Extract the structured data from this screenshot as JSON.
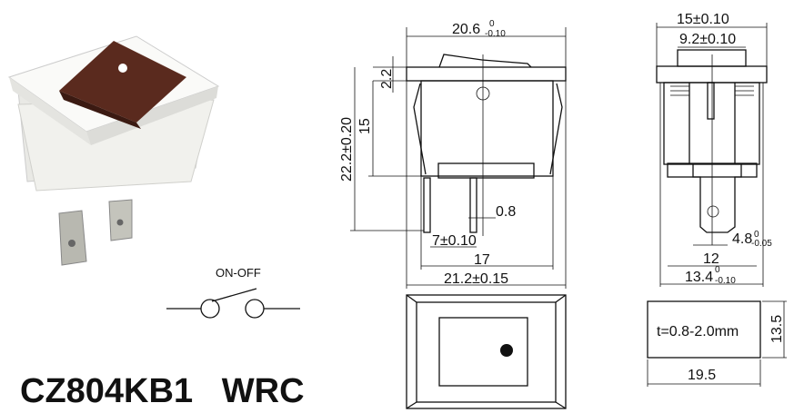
{
  "product": {
    "model": "CZ804KB1",
    "variant": "WRC"
  },
  "schematic": {
    "label": "ON-OFF"
  },
  "front_view": {
    "width_top": "20.6",
    "width_top_tol_upper": "0",
    "width_top_tol_lower": "-0.10",
    "flange_height": "2.2",
    "total_height": "22.2±0.20",
    "body_height": "15",
    "terminal_width": "0.8",
    "terminal_pitch": "7±0.10",
    "body_width": "17",
    "overall_width": "21.2±0.15"
  },
  "side_view": {
    "width_top": "15±0.10",
    "rocker_width": "9.2±0.10",
    "terminal_width": "4.8",
    "terminal_width_tol_upper": "0",
    "terminal_width_tol_lower": "-0.05",
    "inner_width": "12",
    "body_width": "13.4",
    "body_width_tol_upper": "0",
    "body_width_tol_lower": "-0.10"
  },
  "panel_cutout": {
    "thickness": "t=0.8-2.0mm",
    "height": "13.5",
    "width": "19.5"
  },
  "colors": {
    "rocker": "#5a2a1e",
    "body": "#f2f2ee",
    "terminal": "#b8b8b0"
  }
}
